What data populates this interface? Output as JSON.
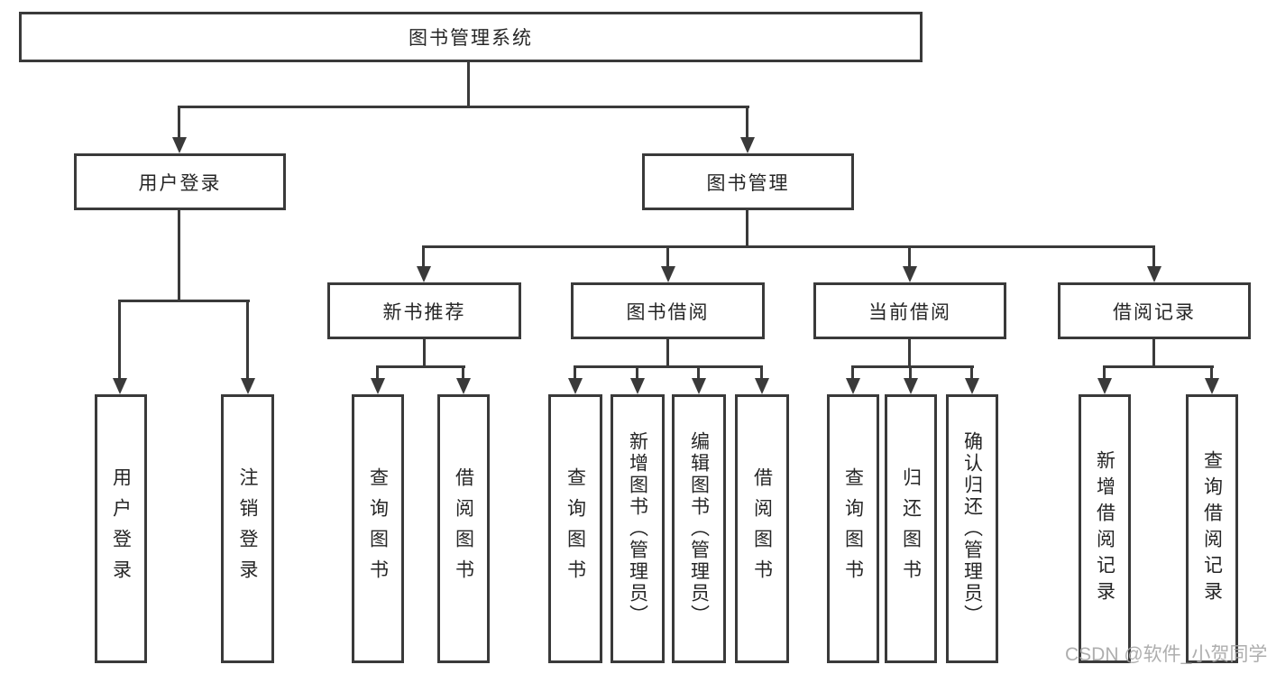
{
  "diagram": {
    "root": {
      "label": "图书管理系统"
    },
    "branches": [
      {
        "label": "用户登录",
        "leaves": [
          {
            "label": "用户登录"
          },
          {
            "label": "注销登录"
          }
        ]
      },
      {
        "label": "图书管理",
        "groups": [
          {
            "label": "新书推荐",
            "leaves": [
              {
                "label": "查询图书"
              },
              {
                "label": "借阅图书"
              }
            ]
          },
          {
            "label": "图书借阅",
            "leaves": [
              {
                "label": "查询图书"
              },
              {
                "label": "新增图书（管理员）"
              },
              {
                "label": "编辑图书（管理员）"
              },
              {
                "label": "借阅图书"
              }
            ]
          },
          {
            "label": "当前借阅",
            "leaves": [
              {
                "label": "查询图书"
              },
              {
                "label": "归还图书"
              },
              {
                "label": "确认归还（管理员）"
              }
            ]
          },
          {
            "label": "借阅记录",
            "leaves": [
              {
                "label": "新增借阅记录"
              },
              {
                "label": "查询借阅记录"
              }
            ]
          }
        ]
      }
    ]
  },
  "watermark": {
    "text": "CSDN @软件_小贺同学"
  },
  "colors": {
    "line": "#3a3a3a",
    "text": "#262626",
    "watermark": "#a6a6a6",
    "background": "#ffffff"
  }
}
